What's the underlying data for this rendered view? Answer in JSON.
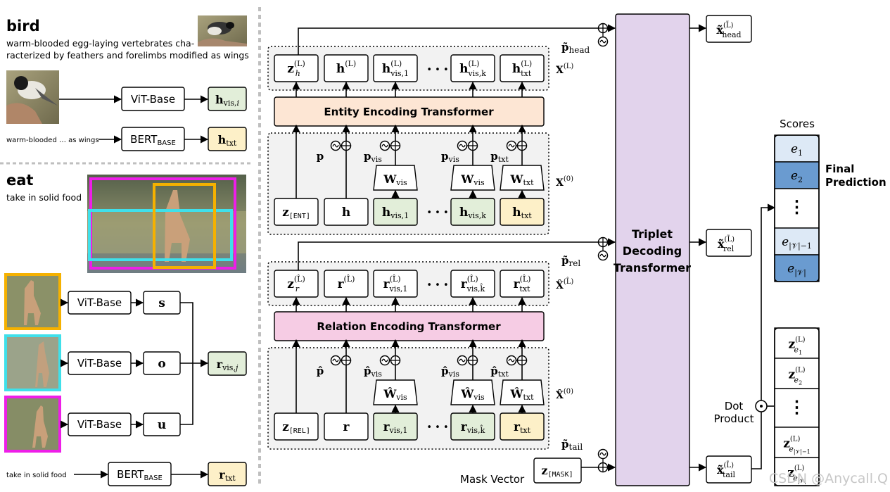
{
  "colors": {
    "entity_transformer": "#fde6d4",
    "relation_transformer": "#f6cce4",
    "triplet_transformer": "#e2d3ec",
    "vis_token": "#e2eed9",
    "txt_token": "#fdf0c8",
    "score_light": "#dde9f6",
    "score_dark": "#6a9bd0",
    "box_orange": "#f5b100",
    "box_cyan": "#3fe0ea",
    "box_magenta": "#ee1ee8",
    "dash_gray": "#bfbfbf"
  },
  "left": {
    "bird": {
      "word": "bird",
      "desc_line1": "warm-blooded egg-laying vertebrates cha-",
      "desc_line2": "racterized by feathers and forelimbs modified as wings",
      "vit": "ViT-Base",
      "h_vis": "h",
      "h_vis_sub": "vis,",
      "h_vis_sub_i": "i",
      "txt_short": "warm-blooded … as wings",
      "bert": "BERT",
      "bert_sub": "BASE",
      "h_txt": "h",
      "h_txt_sub": "txt"
    },
    "eat": {
      "word": "eat",
      "desc": "take in solid food",
      "vit1": "ViT-Base",
      "vit2": "ViT-Base",
      "vit3": "ViT-Base",
      "s": "s",
      "o": "o",
      "u": "u",
      "r_vis": "r",
      "r_vis_sub": "vis,",
      "r_vis_sub_j": "j",
      "txt_short": "take in solid food",
      "bert": "BERT",
      "bert_sub": "BASE",
      "r_txt": "r",
      "r_txt_sub": "txt"
    }
  },
  "middle": {
    "entity_transformer": "Entity Encoding Transformer",
    "relation_transformer": "Relation Encoding Transformer",
    "mask_vector": "Mask Vector",
    "ent_token": "[ENT]",
    "rel_token": "[REL]",
    "mask_token": "[MASK]",
    "ellipsis": "• • •",
    "p_head": "p",
    "p_head_sub": "head",
    "p_rel": "p",
    "p_rel_sub": "rel",
    "p_tail": "p",
    "p_tail_sub": "tail"
  },
  "right": {
    "triplet_l1": "Triplet",
    "triplet_l2": "Decoding",
    "triplet_l3": "Transformer",
    "x_head_sub": "head",
    "x_rel_sub": "rel",
    "x_tail_sub": "tail",
    "scores": "Scores",
    "final_l1": "Final",
    "final_l2": "Prediction",
    "dot_l1": "Dot",
    "dot_l2": "Product",
    "e1": "e",
    "e1_sub": "1",
    "e2": "e",
    "e2_sub": "2",
    "e_vm1_sub": "|𝒱|−1",
    "e_v_sub": "|𝒱|",
    "vdots": "⋮"
  },
  "watermark": "CSDN @Anycall.Q"
}
